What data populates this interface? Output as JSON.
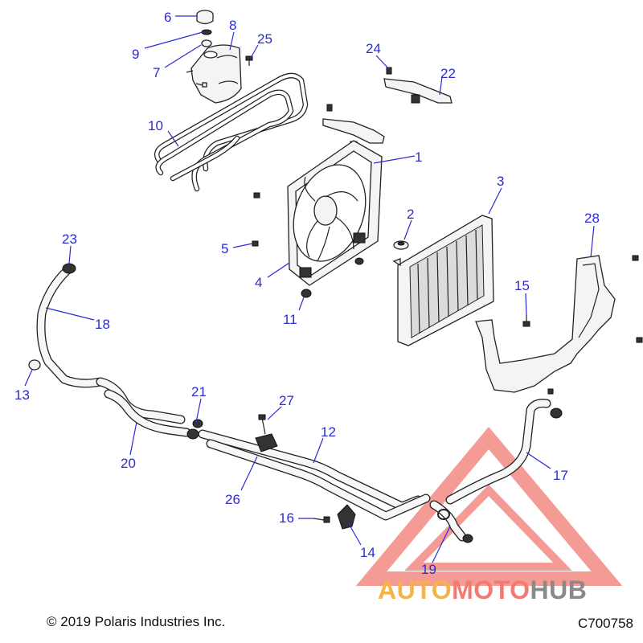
{
  "diagram": {
    "callouts": [
      "1",
      "2",
      "3",
      "4",
      "5",
      "6",
      "7",
      "8",
      "9",
      "10",
      "11",
      "12",
      "13",
      "14",
      "15",
      "16",
      "17",
      "18",
      "19",
      "20",
      "21",
      "22",
      "23",
      "24",
      "25",
      "26",
      "27",
      "28"
    ]
  },
  "footer": {
    "copyright": "© 2019 Polaris Industries Inc.",
    "figure_code": "C700758"
  },
  "watermark": {
    "part1": "AUTO",
    "part2": "MOTO",
    "part3": "HUB",
    "colors": {
      "auto": "#f2b44b",
      "moto": "#f27a72",
      "hub": "#8a8a8a",
      "triangle": "#f27a72"
    }
  }
}
